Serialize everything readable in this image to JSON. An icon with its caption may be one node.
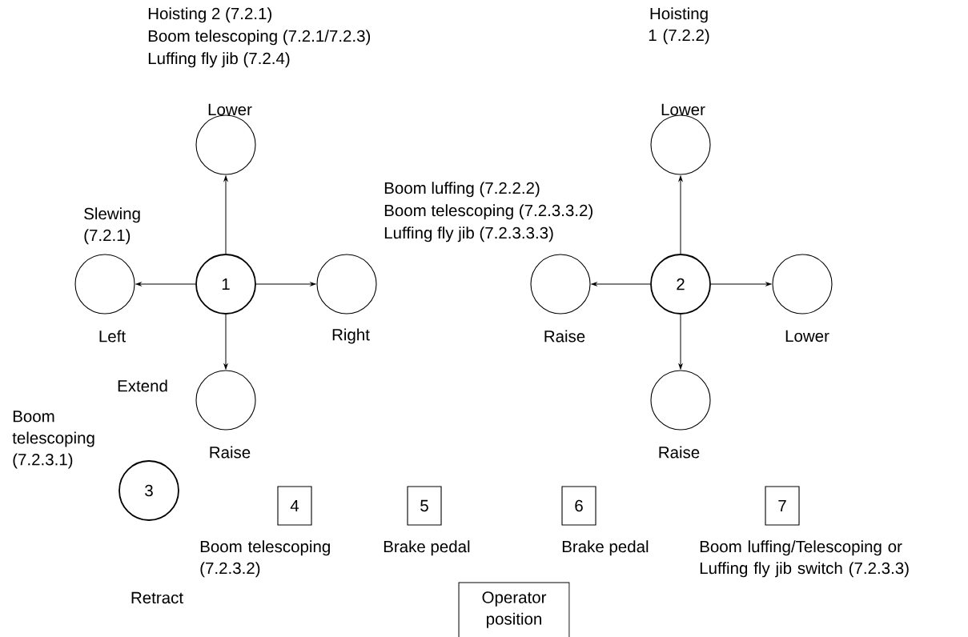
{
  "diagram": {
    "nodes": [
      {
        "text": [
          "1"
        ]
      },
      {
        "text": [],
        "shape": "circle",
        "beside": [
          "Lower"
        ]
      },
      {
        "text": [],
        "shape": "circle",
        "beside": [
          "Slewing (7.2.1)",
          "Left"
        ]
      },
      {
        "text": [],
        "shape": "circle",
        "beside": [
          "Right"
        ]
      },
      {
        "text": [],
        "shape": "circle",
        "beside": [
          "Raise"
        ]
      },
      {
        "text": [
          "2"
        ]
      },
      {
        "text": [],
        "shape": "circle",
        "beside": [
          "Lower"
        ]
      },
      {
        "text": [],
        "shape": "circle",
        "beside": [
          "Raise"
        ]
      },
      {
        "text": [],
        "shape": "circle",
        "beside": [
          "Lower"
        ]
      },
      {
        "text": [],
        "shape": "circle",
        "beside": [
          "Raise"
        ]
      },
      {
        "text": [
          "3"
        ]
      },
      {
        "text": [
          "4"
        ],
        "beside": [
          "Boom telescoping (7.2.3.2)"
        ]
      },
      {
        "text": [
          "5"
        ],
        "beside": [
          "Brake pedal"
        ]
      },
      {
        "text": [
          "6"
        ],
        "beside": [
          "Brake pedal"
        ]
      },
      {
        "text": [
          "7"
        ],
        "beside": [
          "Boom luffing/Telescoping or Luffing fly jib switch (7.2.3.3)"
        ]
      },
      {
        "text": [
          "Operator position"
        ]
      }
    ],
    "edges": [
      {
        "from": 0,
        "to": 1,
        "arrow": "to"
      },
      {
        "from": 0,
        "to": 2,
        "arrow": "to"
      },
      {
        "from": 0,
        "to": 3,
        "arrow": "to"
      },
      {
        "from": 0,
        "to": 4,
        "arrow": "to"
      },
      {
        "from": 5,
        "to": 6,
        "arrow": "to"
      },
      {
        "from": 5,
        "to": 7,
        "arrow": "to"
      },
      {
        "from": 5,
        "to": 8,
        "arrow": "to"
      },
      {
        "from": 5,
        "to": 9,
        "arrow": "to"
      }
    ],
    "labels": [
      "Hoisting 2 (7.2.1)",
      "Boom telescoping (7.2.1/7.2.3)",
      "Luffing fly jib (7.2.4)",
      "Hoisting 1 (7.2.2)",
      "Boom luffing (7.2.2.2)",
      "Boom telescoping (7.2.3.3.2)",
      "Luffing fly jib (7.2.3.3.3)",
      "Extend",
      "Boom telescoping (7.2.3.1)",
      "Retract"
    ]
  }
}
